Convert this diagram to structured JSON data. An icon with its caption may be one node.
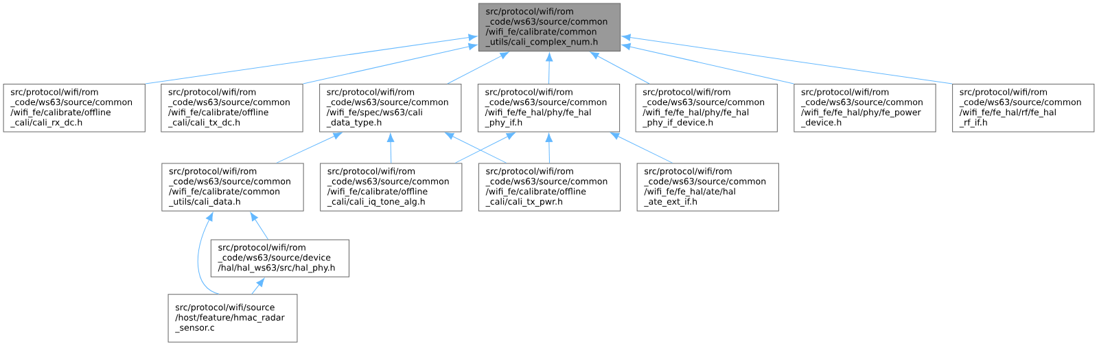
{
  "diagram": {
    "nodes": [
      {
        "text": [
          "src/protocol/wifi/rom _code/ws63/source/common /wifi_fe/calibrate/common _utils/cali_complex_num.h"
        ]
      },
      {
        "text": [
          "src/protocol/wifi/rom _code/ws63/source/common /wifi_fe/calibrate/offline _cali/cali_rx_dc.h"
        ]
      },
      {
        "text": [
          "src/protocol/wifi/rom _code/ws63/source/common /wifi_fe/calibrate/offline _cali/cali_tx_dc.h"
        ]
      },
      {
        "text": [
          "src/protocol/wifi/rom _code/ws63/source/common /wifi_fe/spec/ws63/cali _data_type.h"
        ]
      },
      {
        "text": [
          "src/protocol/wifi/rom _code/ws63/source/common /wifi_fe/fe_hal/phy/fe_hal _phy_if.h"
        ]
      },
      {
        "text": [
          "src/protocol/wifi/rom _code/ws63/source/common /wifi_fe/fe_hal/phy/fe_hal _phy_if_device.h"
        ]
      },
      {
        "text": [
          "src/protocol/wifi/rom _code/ws63/source/common /wifi_fe/fe_hal/phy/fe_power _device.h"
        ]
      },
      {
        "text": [
          "src/protocol/wifi/rom _code/ws63/source/common /wifi_fe/fe_hal/rf/fe_hal _rf_if.h"
        ]
      },
      {
        "text": [
          "src/protocol/wifi/rom _code/ws63/source/common /wifi_fe/calibrate/common _utils/cali_data.h"
        ]
      },
      {
        "text": [
          "src/protocol/wifi/rom _code/ws63/source/common /wifi_fe/calibrate/offline _cali/cali_iq_tone_alg.h"
        ]
      },
      {
        "text": [
          "src/protocol/wifi/rom _code/ws63/source/common /wifi_fe/calibrate/offline _cali/cali_tx_pwr.h"
        ]
      },
      {
        "text": [
          "src/protocol/wifi/rom _code/ws63/source/common /wifi_fe/fe_hal/ate/hal _ate_ext_if.h"
        ]
      },
      {
        "text": [
          "src/protocol/wifi/rom _code/ws63/source/device /hal/hal_ws63/src/hal_phy.h"
        ]
      },
      {
        "text": [
          "src/protocol/wifi/source /host/feature/hmac_radar _sensor.c"
        ]
      }
    ],
    "edges": [
      {
        "from": 1,
        "to": 0,
        "arrow": "to"
      },
      {
        "from": 2,
        "to": 0,
        "arrow": "to"
      },
      {
        "from": 3,
        "to": 0,
        "arrow": "to"
      },
      {
        "from": 4,
        "to": 0,
        "arrow": "to"
      },
      {
        "from": 5,
        "to": 0,
        "arrow": "to"
      },
      {
        "from": 6,
        "to": 0,
        "arrow": "to"
      },
      {
        "from": 7,
        "to": 0,
        "arrow": "to"
      },
      {
        "from": 8,
        "to": 3,
        "arrow": "to"
      },
      {
        "from": 9,
        "to": 3,
        "arrow": "to"
      },
      {
        "from": 10,
        "to": 3,
        "arrow": "to"
      },
      {
        "from": 9,
        "to": 4,
        "arrow": "to"
      },
      {
        "from": 10,
        "to": 4,
        "arrow": "to"
      },
      {
        "from": 11,
        "to": 4,
        "arrow": "to"
      },
      {
        "from": 13,
        "to": 8,
        "arrow": "to"
      },
      {
        "from": 12,
        "to": 8,
        "arrow": "to"
      },
      {
        "from": 13,
        "to": 12,
        "arrow": "to"
      }
    ]
  }
}
